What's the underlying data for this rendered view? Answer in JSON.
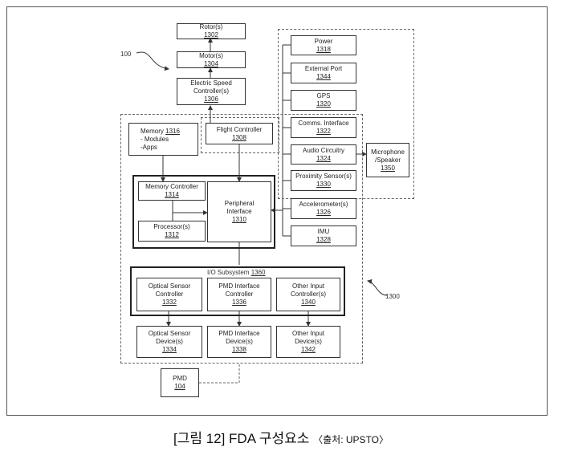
{
  "diagram": {
    "ref_device": "100",
    "ref_group": "1300",
    "nodes": {
      "rotor": {
        "label": "Rotor(s)",
        "num": "1302"
      },
      "motor": {
        "label": "Motor(s)",
        "num": "1304"
      },
      "esc": {
        "label1": "Electric Speed",
        "label2": "Controller(s)",
        "num": "1306"
      },
      "flight": {
        "label": "Flight Controller",
        "num": "1308"
      },
      "memory": {
        "label_prefix": "Memory ",
        "label_num": "1316",
        "line2": "- Modules",
        "line3": "-Apps"
      },
      "memctrl": {
        "label": "Memory Controller",
        "num": "1314"
      },
      "processor": {
        "label": "Processor(s)",
        "num": "1312"
      },
      "peripheral": {
        "label1": "Peripheral",
        "label2": "Interface",
        "num": "1310"
      },
      "power": {
        "label": "Power",
        "num": "1318"
      },
      "extport": {
        "label": "External Port",
        "num": "1344"
      },
      "gps": {
        "label": "GPS",
        "num": "1320"
      },
      "comms": {
        "label": "Comms. Interface",
        "num": "1322"
      },
      "audio": {
        "label": "Audio Circuitry",
        "num": "1324"
      },
      "proximity": {
        "label": "Proximity Sensor(s)",
        "num": "1330"
      },
      "accel": {
        "label": "Accelerometer(s)",
        "num": "1326"
      },
      "imu": {
        "label": "IMU",
        "num": "1328"
      },
      "mic": {
        "label1": "Microphone",
        "label2": "/Speaker",
        "num": "1350"
      },
      "io": {
        "label_prefix": "I/O Subsystem ",
        "label_num": "1360"
      },
      "optctrl": {
        "label1": "Optical Sensor",
        "label2": "Controller",
        "num": "1332"
      },
      "pmdctrl": {
        "label1": "PMD Interface",
        "label2": "Controller",
        "num": "1336"
      },
      "otherctrl": {
        "label1": "Other Input",
        "label2": "Controller(s)",
        "num": "1340"
      },
      "optdev": {
        "label1": "Optical Sensor",
        "label2": "Device(s)",
        "num": "1334"
      },
      "pmddev": {
        "label1": "PMD Interface",
        "label2": "Device(s)",
        "num": "1338"
      },
      "otherdev": {
        "label1": "Other Input",
        "label2": "Device(s)",
        "num": "1342"
      },
      "pmd": {
        "label": "PMD",
        "num": "104"
      }
    }
  },
  "caption": {
    "main": "[그림 12] FDA 구성요소",
    "source": "〈출처: UPSTO〉"
  },
  "colors": {
    "line": "#333333",
    "dashed": "#666666"
  }
}
